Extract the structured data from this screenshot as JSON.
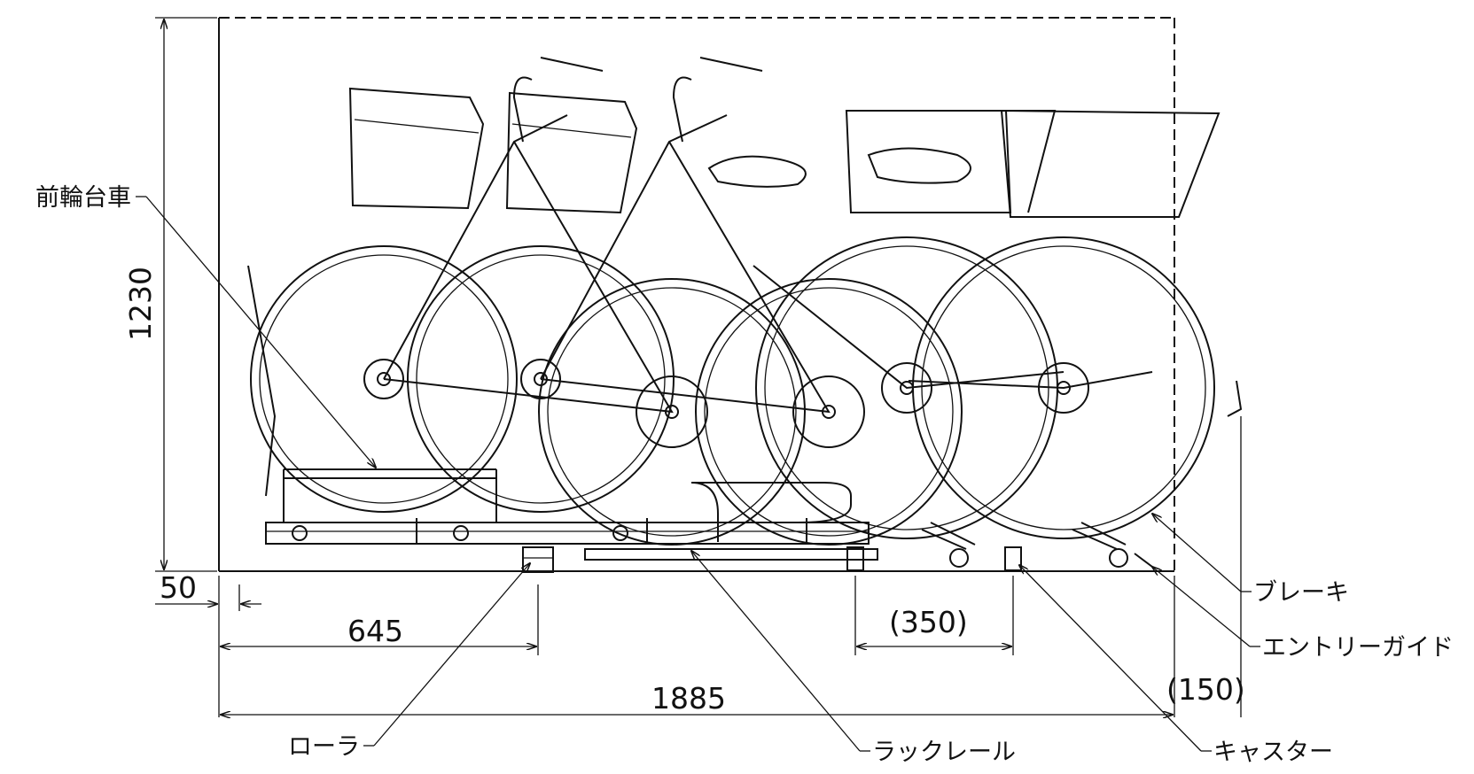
{
  "labels": {
    "front_wheel_cart": "前輪台車",
    "brake": "ブレーキ",
    "entry_guide": "エントリーガイド",
    "roller": "ローラ",
    "rack_rail": "ラックレール",
    "caster": "キャスター"
  },
  "dimensions": {
    "height": "1230",
    "offset": "50",
    "roller_pos": "645",
    "caster_span": "(350)",
    "total_length": "1885",
    "overhang": "(150)"
  }
}
